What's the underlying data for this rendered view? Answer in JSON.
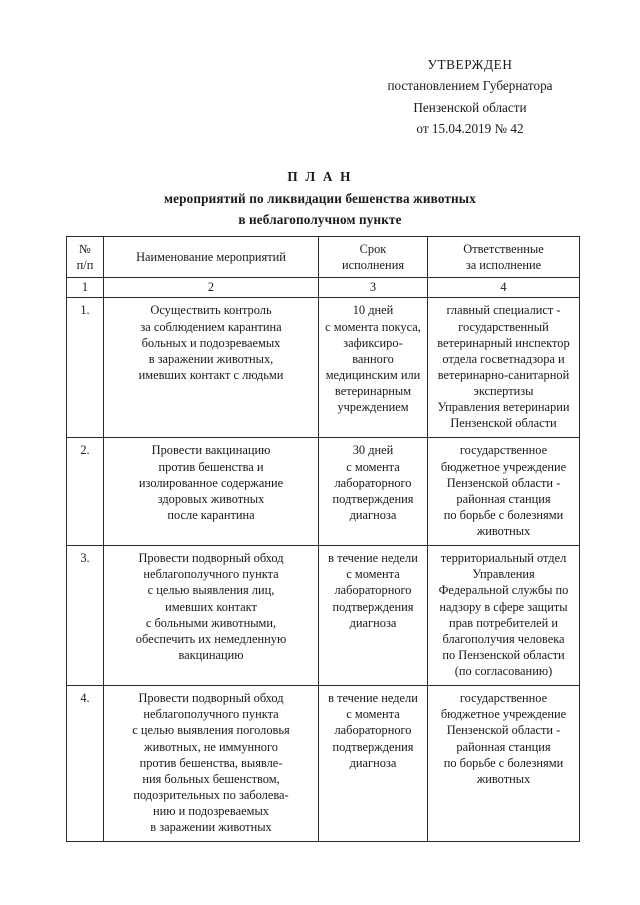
{
  "approval": {
    "heading": "УТВЕРЖДЕН",
    "line2": "постановлением Губернатора",
    "line3": "Пензенской области",
    "line4": "от 15.04.2019 № 42"
  },
  "title": {
    "main": "П Л А Н",
    "sub_line1": "мероприятий по ликвидации бешенства животных",
    "sub_line2": "в неблагополучном пункте"
  },
  "table": {
    "headers": {
      "num": [
        "№",
        "п/п"
      ],
      "name": [
        "Наименование мероприятий"
      ],
      "term": [
        "Срок",
        "исполнения"
      ],
      "responsible": [
        "Ответственные",
        "за исполнение"
      ]
    },
    "numbering": [
      "1",
      "2",
      "3",
      "4"
    ],
    "rows": [
      {
        "index": "1.",
        "name": [
          "Осуществить контроль",
          "за соблюдением карантина",
          "больных и подозреваемых",
          "в заражении животных,",
          "имевших контакт с людьми"
        ],
        "term": [
          "10 дней",
          "с момента покуса,",
          "зафиксиро-",
          "ванного",
          "медицинским или",
          "ветеринарным",
          "учреждением"
        ],
        "responsible": [
          "главный специалист -",
          "государственный",
          "ветеринарный инспектор",
          "отдела госветнадзора и",
          "ветеринарно-санитарной",
          "экспертизы",
          "Управления ветеринарии",
          "Пензенской области"
        ]
      },
      {
        "index": "2.",
        "name": [
          "Провести вакцинацию",
          "против бешенства и",
          "изолированное содержание",
          "здоровых животных",
          "после карантина"
        ],
        "term": [
          "30 дней",
          "с момента",
          "лабораторного",
          "подтверждения",
          "диагноза"
        ],
        "responsible": [
          "государственное",
          "бюджетное учреждение",
          "Пензенской области -",
          "районная станция",
          "по борьбе с болезнями",
          "животных"
        ]
      },
      {
        "index": "3.",
        "name": [
          "Провести подворный обход",
          "неблагополучного пункта",
          "с целью выявления лиц,",
          "имевших контакт",
          "с больными животными,",
          "обеспечить их немедленную",
          "вакцинацию"
        ],
        "term": [
          "в течение недели",
          "с момента",
          "лабораторного",
          "подтверждения",
          "диагноза"
        ],
        "responsible": [
          "территориальный отдел",
          "Управления",
          "Федеральной службы по",
          "надзору в сфере защиты",
          "прав потребителей и",
          "благополучия человека",
          "по Пензенской области",
          "(по согласованию)"
        ]
      },
      {
        "index": "4.",
        "name": [
          "Провести подворный обход",
          "неблагополучного пункта",
          "с целью выявления поголовья",
          "животных, не иммунного",
          "против бешенства, выявле-",
          "ния больных бешенством,",
          "подозрительных по заболева-",
          "нию и подозреваемых",
          "в заражении животных"
        ],
        "term": [
          "в течение недели",
          "с момента",
          "лабораторного",
          "подтверждения",
          "диагноза"
        ],
        "responsible": [
          "государственное",
          "бюджетное учреждение",
          "Пензенской области -",
          "районная станция",
          "по борьбе с болезнями",
          "животных"
        ]
      }
    ]
  }
}
